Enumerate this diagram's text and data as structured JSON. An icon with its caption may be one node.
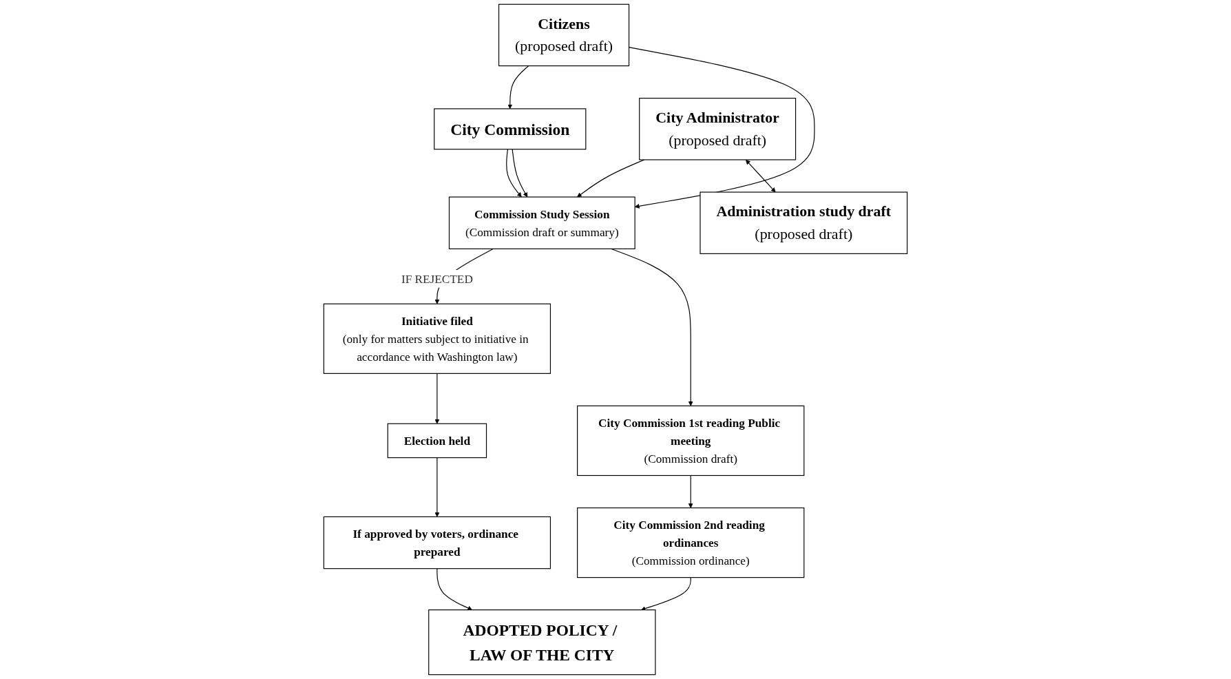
{
  "diagram": {
    "nodes": [
      {
        "text": [
          "City Commission"
        ]
      },
      {
        "text": [
          "Citizens",
          "(proposed draft)"
        ]
      },
      {
        "text": [
          "City Administrator",
          "(proposed draft)"
        ]
      },
      {
        "text": [
          "Administration study draft",
          "(proposed draft)"
        ]
      },
      {
        "text": [
          "Commission Study Session",
          "(Commission draft or summary)"
        ]
      },
      {
        "text": [
          "Initiative filed",
          "(only for matters subject to initiative in accordance with Washington law)"
        ]
      },
      {
        "text": [
          "City Commission 1st reading Public meeting",
          "(Commission draft)"
        ]
      },
      {
        "text": [
          "Election held"
        ]
      },
      {
        "text": [
          "City Commission 2nd reading ordinances",
          "(Commission ordinance)"
        ]
      },
      {
        "text": [
          "If approved by voters, ordinance prepared"
        ]
      },
      {
        "text": [
          "ADOPTED POLICY / LAW OF THE CITY"
        ]
      }
    ],
    "edges": [
      {
        "from": 1,
        "to": 0,
        "arrow": "to"
      },
      {
        "from": 0,
        "to": 4,
        "arrow": "to"
      },
      {
        "from": 0,
        "to": 4,
        "arrow": "to"
      },
      {
        "from": 2,
        "to": 4,
        "arrow": "to"
      },
      {
        "from": 2,
        "to": 3,
        "arrow": "both"
      },
      {
        "from": 1,
        "to": 4,
        "arrow": "to"
      },
      {
        "from": 4,
        "to": 5,
        "arrow": "to",
        "label": "IF REJECTED"
      },
      {
        "from": 4,
        "to": 6,
        "arrow": "to"
      },
      {
        "from": 6,
        "to": 8,
        "arrow": "to"
      },
      {
        "from": 8,
        "to": 10,
        "arrow": "to"
      },
      {
        "from": 5,
        "to": 7,
        "arrow": "to"
      },
      {
        "from": 7,
        "to": 9,
        "arrow": "to"
      },
      {
        "from": 9,
        "to": 10,
        "arrow": "to"
      }
    ]
  }
}
